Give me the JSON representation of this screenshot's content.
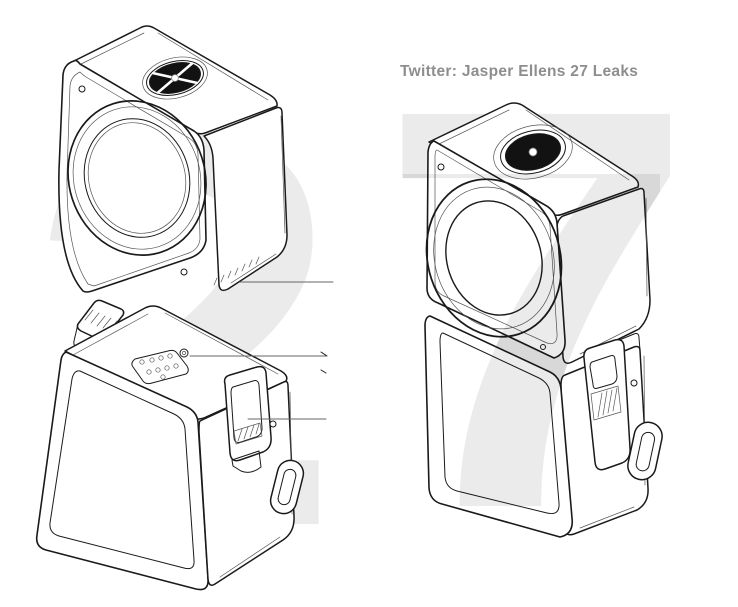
{
  "attribution": {
    "text": "Twitter: Jasper Ellens 27 Leaks",
    "color": "#8e8e8e"
  },
  "watermark": {
    "left_digit": "2",
    "right_digit": "7",
    "number": "27",
    "color": "#ebebeb"
  },
  "drawing": {
    "line_color": "#1a1a1a",
    "detail_line_color": "#555555",
    "figures": [
      {
        "name": "camera-module",
        "description": "cube action-camera module, large front lens ring, dark top shutter/lens disc"
      },
      {
        "name": "screen-module",
        "description": "battery/screen module with top connector pins, mounting clip latch and lanyard loop"
      },
      {
        "name": "assembled-unit",
        "description": "camera module docked on top of screen module"
      }
    ]
  }
}
